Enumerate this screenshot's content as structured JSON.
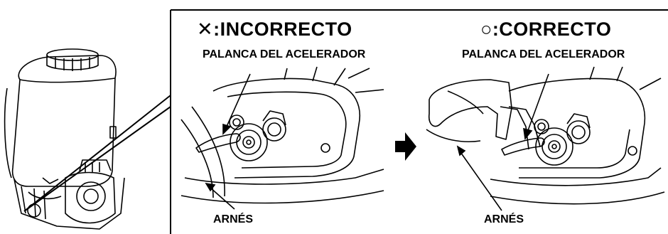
{
  "incorrect": {
    "symbol": "✕",
    "title": ":INCORRECTO",
    "lever_label": "PALANCA DEL ACELERADOR",
    "harness_label": "ARNÉS"
  },
  "correct": {
    "symbol": "○",
    "title": ":CORRECTO",
    "lever_label": "PALANCA DEL ACELERADOR",
    "harness_label": "ARNÉS"
  },
  "colors": {
    "line": "#000000",
    "background": "#ffffff"
  },
  "icons": [
    "engine-unit-illustration",
    "arrow-right-icon"
  ]
}
